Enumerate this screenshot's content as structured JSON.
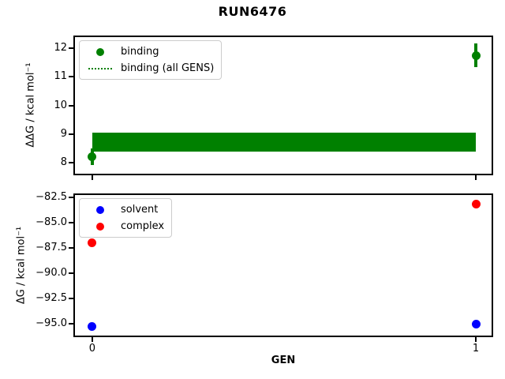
{
  "figure": {
    "title": "RUN6476",
    "xlabel": "GEN",
    "background": "#ffffff",
    "text_color": "#000000"
  },
  "chart_data": [
    {
      "id": "ddg",
      "type": "scatter",
      "ylabel": "ΔΔG / kcal mol⁻¹",
      "xlim": [
        -0.045,
        1.041
      ],
      "ylim": [
        7.6,
        12.4
      ],
      "grid": false,
      "yticks": [
        8,
        9,
        10,
        11,
        12
      ],
      "yticklabels": [
        "8",
        "9",
        "10",
        "11",
        "12"
      ],
      "xticks": [
        0,
        1
      ],
      "xticklabels": [
        "0",
        "1"
      ],
      "show_xticklabels": false,
      "legend": {
        "loc": "upper-left",
        "entries": [
          {
            "label": "binding",
            "marker": "dot",
            "color": "#008000"
          },
          {
            "label": "binding (all GENS)",
            "marker": "dotted-line",
            "color": "#008000"
          }
        ]
      },
      "series": [
        {
          "name": "binding",
          "style": "points",
          "marker": "circle",
          "color": "#008000",
          "points": [
            {
              "x": 0,
              "y": 8.2,
              "yerr": 0.3
            },
            {
              "x": 1,
              "y": 11.76,
              "yerr": 0.42
            }
          ]
        },
        {
          "name": "binding (all GENS)",
          "style": "band",
          "color": "#008000",
          "x_range": [
            0,
            1
          ],
          "y_center": 8.7,
          "y_range": [
            8.38,
            9.05
          ]
        }
      ]
    },
    {
      "id": "dg",
      "type": "scatter",
      "ylabel": "ΔG / kcal mol⁻¹",
      "xlabel": "GEN",
      "xlim": [
        -0.045,
        1.041
      ],
      "ylim": [
        -96.2,
        -82.3
      ],
      "grid": false,
      "yticks": [
        -95.0,
        -92.5,
        -90.0,
        -87.5,
        -85.0,
        -82.5
      ],
      "yticklabels": [
        "−95.0",
        "−92.5",
        "−90.0",
        "−87.5",
        "−85.0",
        "−82.5"
      ],
      "xticks": [
        0,
        1
      ],
      "xticklabels": [
        "0",
        "1"
      ],
      "show_xticklabels": true,
      "legend": {
        "loc": "upper-left",
        "entries": [
          {
            "label": "solvent",
            "marker": "dot",
            "color": "#0000ff"
          },
          {
            "label": "complex",
            "marker": "dot",
            "color": "#ff0000"
          }
        ]
      },
      "series": [
        {
          "name": "solvent",
          "style": "points",
          "marker": "circle",
          "color": "#0000ff",
          "points": [
            {
              "x": 0,
              "y": -95.3
            },
            {
              "x": 1,
              "y": -95.1
            }
          ]
        },
        {
          "name": "complex",
          "style": "points",
          "marker": "circle",
          "color": "#ff0000",
          "points": [
            {
              "x": 0,
              "y": -87.0
            },
            {
              "x": 1,
              "y": -83.2
            }
          ]
        }
      ]
    }
  ]
}
